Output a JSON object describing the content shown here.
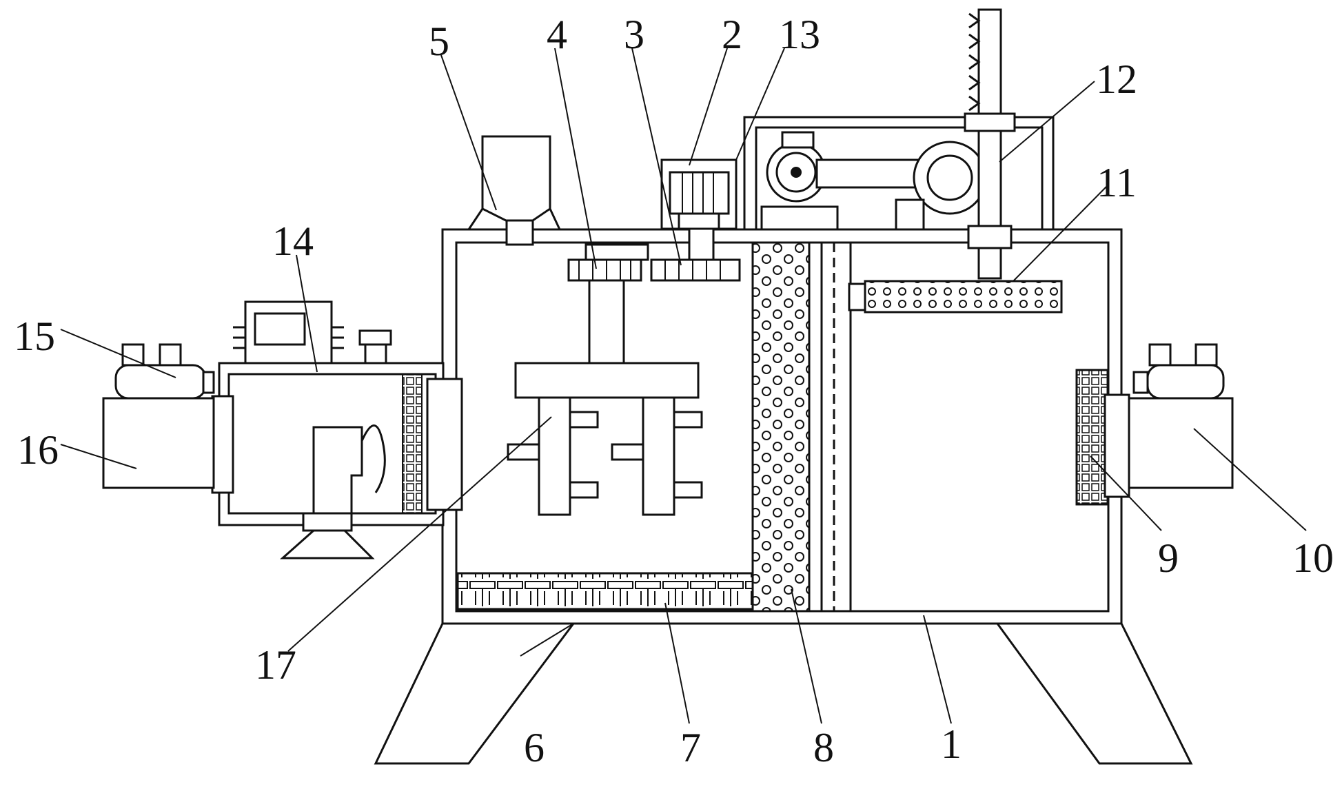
{
  "diagram": {
    "labels": {
      "l1": "1",
      "l2": "2",
      "l3": "3",
      "l4": "4",
      "l5": "5",
      "l6": "6",
      "l7": "7",
      "l8": "8",
      "l9": "9",
      "l10": "10",
      "l11": "11",
      "l12": "12",
      "l13": "13",
      "l14": "14",
      "l15": "15",
      "l16": "16",
      "l17": "17"
    },
    "colors": {
      "line": "#111111",
      "background": "#ffffff"
    }
  }
}
